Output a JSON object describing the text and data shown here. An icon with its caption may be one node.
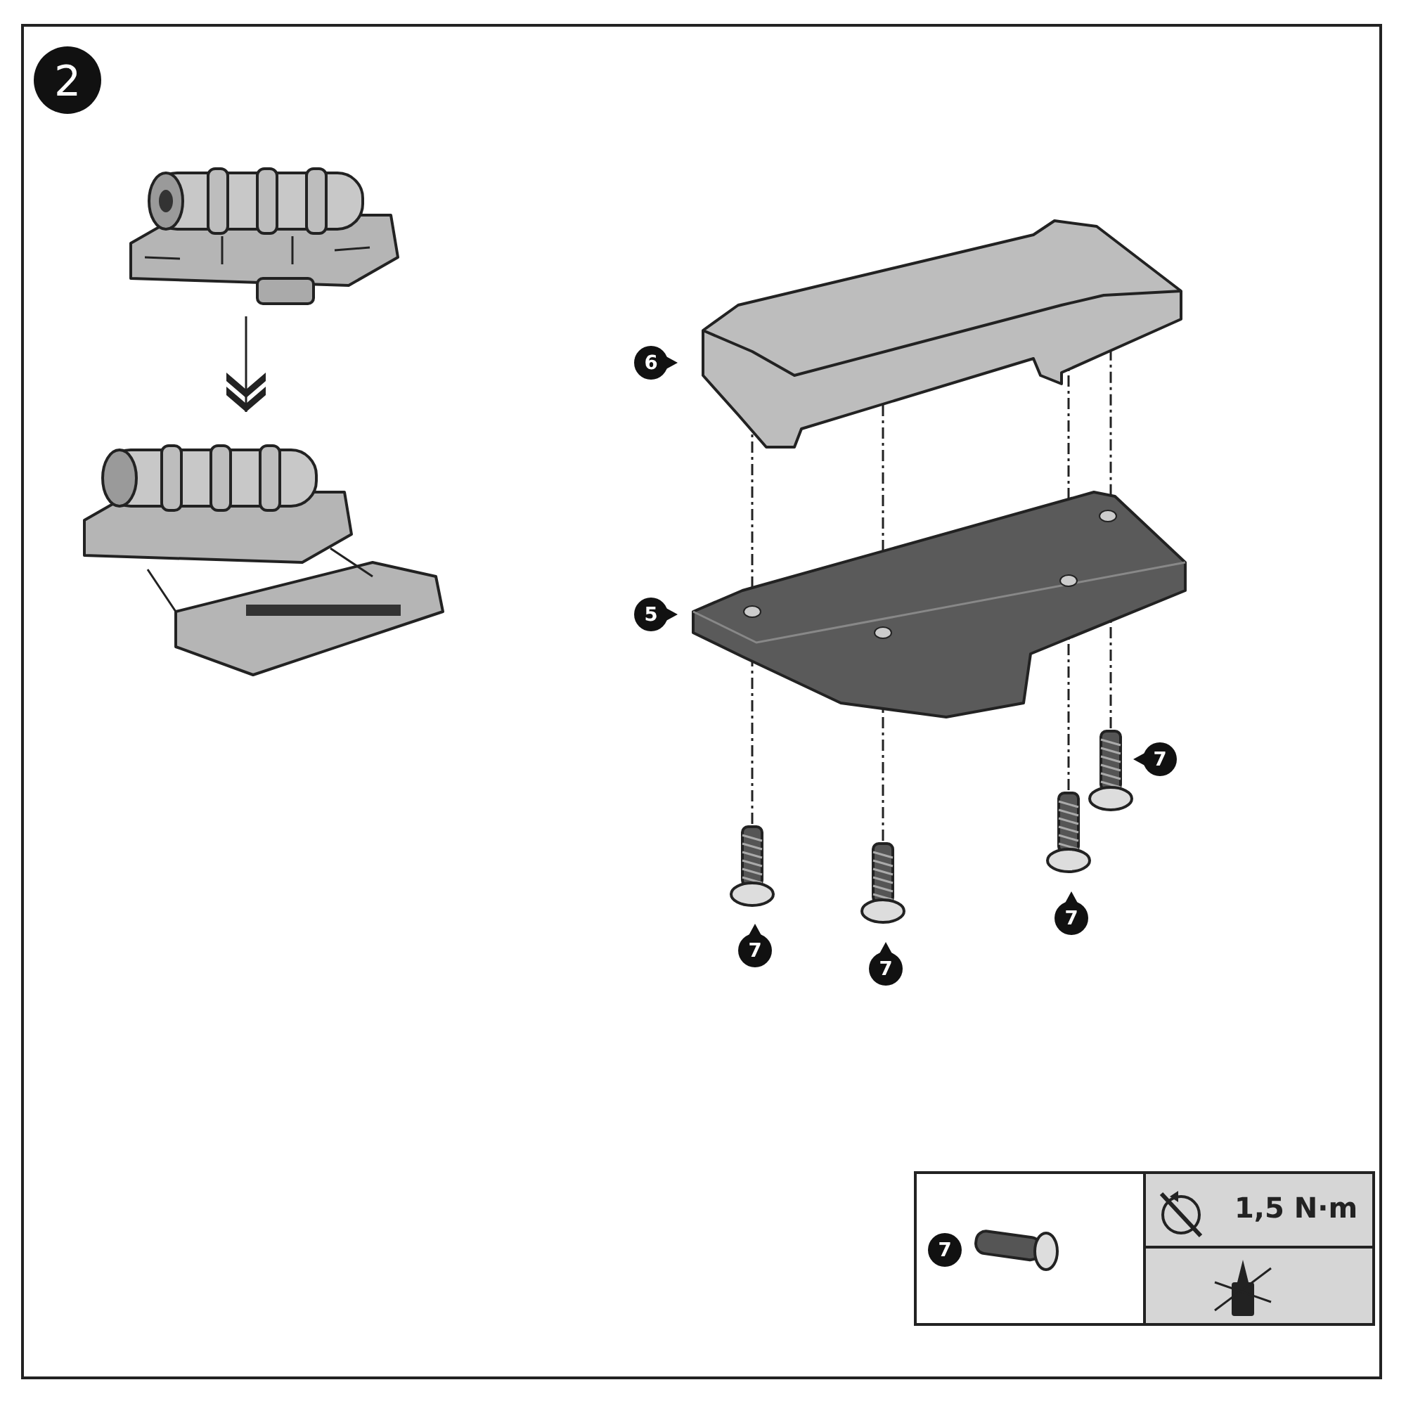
{
  "diagram": {
    "nodes": [
      {
        "text": [],
        "shape": "picture"
      },
      {
        "text": [],
        "shape": "picture"
      },
      {
        "text": [],
        "shape": "picture"
      },
      {
        "text": [],
        "shape": "picture"
      },
      {
        "text": [],
        "shape": "picture"
      },
      {
        "text": [],
        "shape": "picture"
      },
      {
        "text": [],
        "shape": "picture"
      },
      {
        "text": [],
        "shape": "picture"
      }
    ],
    "edges": [
      {
        "from": 0,
        "to": 1,
        "arrow": "to"
      },
      {
        "from": 4,
        "to": 3,
        "arrow": "none",
        "style": "dashed"
      },
      {
        "from": 5,
        "to": 3,
        "arrow": "none",
        "style": "dashed"
      },
      {
        "from": 6,
        "to": 3,
        "arrow": "none",
        "style": "dashed"
      },
      {
        "from": 7,
        "to": 3,
        "arrow": "none",
        "style": "dashed"
      },
      {
        "from": 3,
        "to": 2,
        "arrow": "none",
        "style": "dashed"
      },
      {
        "from": 3,
        "to": 2,
        "arrow": "none",
        "style": "dashed"
      },
      {
        "from": 3,
        "to": 2,
        "arrow": "none",
        "style": "dashed"
      },
      {
        "from": 3,
        "to": 2,
        "arrow": "none",
        "style": "dashed"
      }
    ],
    "labels": [
      "2",
      "6",
      "5",
      "7",
      "7",
      "7",
      "7",
      "7",
      "1,5 N·m"
    ]
  }
}
